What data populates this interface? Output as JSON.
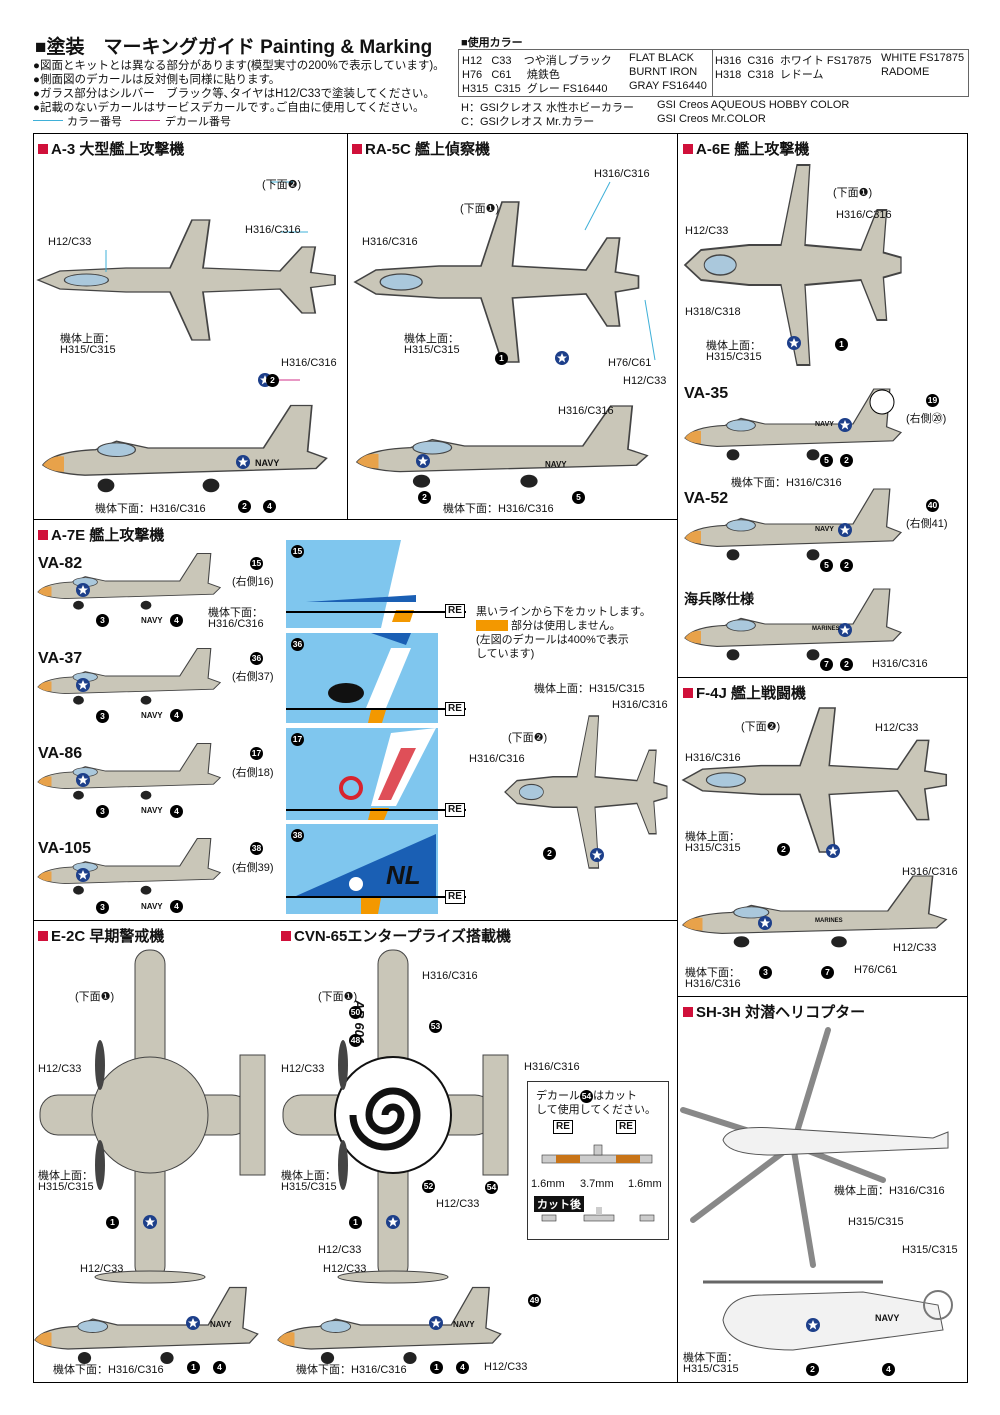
{
  "header": {
    "title": "■塗装　マーキングガイド Painting & Marking",
    "notes": [
      "●図面とキットとは異なる部分があります(模型実寸の200%で表示しています)。",
      "●側面図のデカールは反対側も同様に貼ります。",
      "●ガラス部分はシルバー　ブラック等､タイヤはH12/C33で塗装してください。",
      "●記載のないデカールはサービスデカールです｡ご自由に使用してください。"
    ],
    "legend_color": "カラー番号",
    "legend_decal": "デカール番号"
  },
  "colors": {
    "heading": "■使用カラー",
    "rows": [
      [
        "H12",
        "C33",
        "つや消しブラック",
        "FLAT BLACK"
      ],
      [
        "H76",
        "C61",
        "焼鉄色",
        "BURNT IRON"
      ],
      [
        "H315",
        "C315",
        "グレー FS16440",
        "GRAY FS16440"
      ],
      [
        "H316",
        "C316",
        "ホワイト FS17875",
        "WHITE FS17875"
      ],
      [
        "H318",
        "C318",
        "レドーム",
        "RADOME"
      ]
    ],
    "h_note": "H：GSIクレオス 水性ホビーカラー",
    "h_en": "GSI Creos AQUEOUS HOBBY COLOR",
    "c_note": "C：GSIクレオス Mr.カラー",
    "c_en": "GSI Creos Mr.COLOR"
  },
  "a3": {
    "title": "A-3 大型艦上攻撃機",
    "lower2": "(下面❷)",
    "h316": "H316/C316",
    "h12": "H12/C33",
    "upper": "機体上面：",
    "h315": "H315/C315",
    "h316b": "H316/C316",
    "lower": "機体下面：H316/C316",
    "n2": "2",
    "n4": "4",
    "navy": "NAVY"
  },
  "ra5c": {
    "title": "RA-5C 艦上偵察機",
    "h316": "H316/C316",
    "lower1": "(下面❶)",
    "h316b": "H316/C316",
    "upper": "機体上面：",
    "h315": "H315/C315",
    "h76": "H76/C61",
    "h12": "H12/C33",
    "n1": "1",
    "h316c": "H316/C316",
    "lower": "機体下面：H316/C316",
    "n2": "2",
    "n5": "5",
    "navy": "NAVY"
  },
  "a6e": {
    "title": "A-6E 艦上攻撃機",
    "lower1": "(下面❶)",
    "h316": "H316/C316",
    "h12": "H12/C33",
    "h318": "H318/C318",
    "upper": "機体上面：",
    "h315": "H315/C315",
    "n1": "1",
    "va35": "VA-35",
    "n19": "19",
    "right20": "(右側⑳)",
    "lower": "機体下面：H316/C316",
    "n5": "5",
    "n2": "2",
    "va52": "VA-52",
    "n40": "40",
    "right41": "(右側41)",
    "marine": "海兵隊仕様",
    "n7": "7",
    "h316b": "H316/C316",
    "navy": "NAVY",
    "marines": "MARINES"
  },
  "a7e": {
    "title": "A-7E 艦上攻撃機",
    "squadrons": [
      {
        "name": "VA-82",
        "dn": "15",
        "right": "(右側16)"
      },
      {
        "name": "VA-37",
        "dn": "36",
        "right": "(右側37)"
      },
      {
        "name": "VA-86",
        "dn": "17",
        "right": "(右側18)"
      },
      {
        "name": "VA-105",
        "dn": "38",
        "right": "(右側39)"
      }
    ],
    "n3": "3",
    "n4": "4",
    "navy": "NAVY",
    "lower": "機体下面：",
    "h316": "H316/C316",
    "re": "RE",
    "cut_note": [
      "黒いラインから下をカットします。",
      "部分は使用しません。",
      "(左図のデカールは400%で表示",
      "しています)"
    ],
    "upper": "機体上面：H315/C315",
    "h316b": "H316/C316",
    "lower2": "(下面❷)",
    "h316c": "H316/C316",
    "n2": "2"
  },
  "f4j": {
    "title": "F-4J 艦上戦闘機",
    "lower2": "(下面❷)",
    "h12": "H12/C33",
    "h316": "H316/C316",
    "upper": "機体上面：",
    "h315": "H315/C315",
    "n2": "2",
    "h316b": "H316/C316",
    "h12b": "H12/C33",
    "lower": "機体下面：",
    "h316c": "H316/C316",
    "n3": "3",
    "n7": "7",
    "h76": "H76/C61",
    "marines": "MARINES"
  },
  "e2c": {
    "title": "E-2C 早期警戒機",
    "cvn": "CVN-65エンタープライズ搭載機",
    "lower1": "(下面❶)",
    "h12": "H12/C33",
    "upper": "機体上面：",
    "h315": "H315/C315",
    "n1": "1",
    "h12b": "H12/C33",
    "lower": "機体下面：H316/C316",
    "n4": "4",
    "navy": "NAVY",
    "h316": "H316/C316",
    "n50": "50",
    "n48": "48",
    "n53": "53",
    "n52": "52",
    "n54": "54",
    "n49": "49",
    "h12c": "H12/C33",
    "tail": "AB 601",
    "decal_note1": "デカール",
    "decal_note2": "はカット",
    "decal_note3": "して使用してください。",
    "mm16": "1.6mm",
    "mm37": "3.7mm",
    "after": "カット後"
  },
  "sh3h": {
    "title": "SH-3H 対潜ヘリコプター",
    "upper": "機体上面：H316/C316",
    "h315": "H315/C315",
    "h315b": "H315/C315",
    "lower": "機体下面：",
    "h315c": "H315/C315",
    "n2": "2",
    "n4": "4",
    "navy": "NAVY"
  }
}
